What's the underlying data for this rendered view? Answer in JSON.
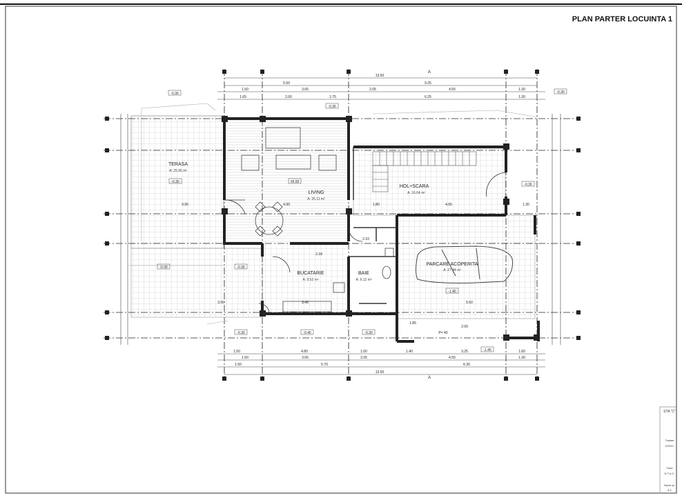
{
  "sheet": {
    "title": "PLAN PARTER LOCUINTA 1"
  },
  "rooms": {
    "terasa": {
      "name": "TERASA",
      "area": "A: 25.95 m²"
    },
    "living": {
      "name": "LIVING",
      "area": "A: 25.11 m²"
    },
    "hol": {
      "name": "HOL+SCARA",
      "area": "A: 16.64 m²"
    },
    "bucatarie": {
      "name": "BUCATARIE",
      "area": "A: 9.52 m²"
    },
    "baie": {
      "name": "BAIE",
      "area": "A: 6.12 m²"
    },
    "parcare": {
      "name": "PARCARE ACOPERITA",
      "area": "A: 27.44 m²"
    }
  },
  "dimensions": {
    "top_overall": "13.50",
    "top_row2": [
      "5.60",
      "9.25"
    ],
    "top_row3": [
      "1.50",
      "3.65",
      "2.05",
      "4.55",
      "1.30"
    ],
    "top_row4": [
      "1.65",
      "2.00",
      "1.75",
      "6.25",
      "1.30"
    ],
    "bottom_row1": [
      "1.50",
      "4.80",
      "1.00",
      "1.40",
      "3.25",
      "1.60"
    ],
    "bottom_row2": [
      "1.50",
      "3.65",
      "2.05",
      "4.55",
      "1.30"
    ],
    "bottom_row3": [
      "1.50",
      "5.70",
      "6.30"
    ],
    "bottom_overall": "13.50",
    "interior": [
      "3.90",
      "4.90",
      "1.80",
      "4.55",
      "1.30",
      "3.00",
      "3.40",
      "5.60",
      "2.18",
      "1.85",
      "2.00",
      "2.10"
    ]
  },
  "levels": [
    "-0.30",
    "±0.00",
    "-0.30",
    "-0.30",
    "-0.30",
    "-0.30",
    "-0.30",
    "-0.40",
    "-0.30",
    "-1.40",
    "-1.40",
    "-0.30",
    "-0.30"
  ],
  "slope_note": "P= 40",
  "section_marks": [
    "A",
    "A"
  ],
  "title_block": [
    "STA \"C\"",
    "Tratare",
    "2/2021",
    "Faza",
    "D.T.A.C.",
    "Nume pl.",
    "A.1"
  ]
}
